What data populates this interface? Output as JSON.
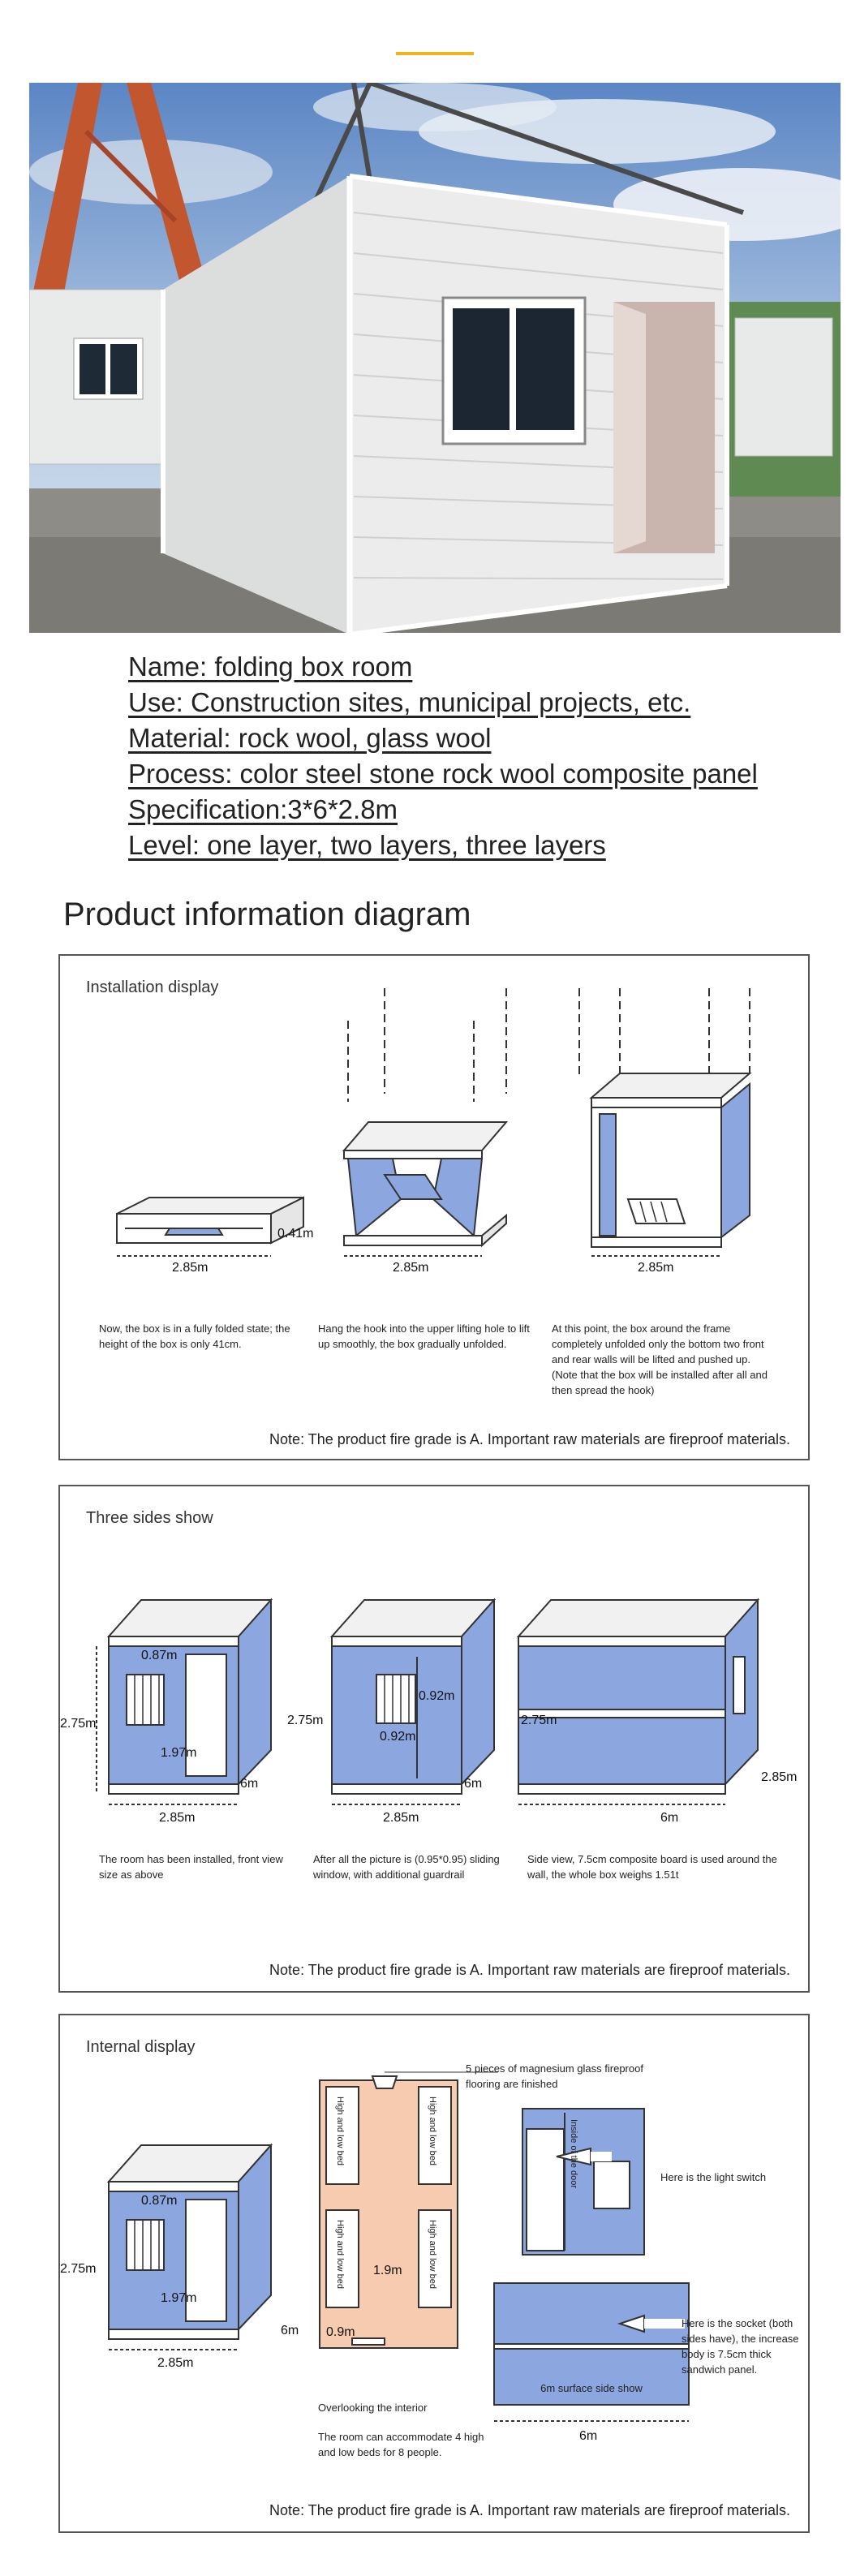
{
  "spec": {
    "lines": [
      "Name: folding box room",
      "Use: Construction sites, municipal projects, etc.",
      "Material: rock wool, glass wool",
      "Process: color steel stone rock wool composite panel",
      "Specification:3*6*2.8m",
      "Level: one layer, two layers, three layers"
    ]
  },
  "diagram": {
    "heading": "Product information diagram",
    "note": "Note: The product fire grade is A. Important raw materials are fireproof materials.",
    "installation": {
      "title": "Installation display",
      "dim_folded_h": "0.41m",
      "dim_len": "2.85m",
      "cap1": "Now, the box is in a fully folded state; the height of the box is only 41cm.",
      "cap2": "Hang the hook into the upper lifting hole to lift up smoothly, the box gradually unfolded.",
      "cap3": "At this point, the box around the frame completely unfolded only the bottom two front and rear walls will be lifted and pushed up. (Note that the box will be installed after all and then spread the hook)"
    },
    "three_sides": {
      "title": "Three sides show",
      "d_087": "0.87m",
      "d_197": "1.97m",
      "d_275": "2.75m",
      "d_6": "6m",
      "d_285": "2.85m",
      "d_092": "0.92m",
      "cap1": "The room has been installed, front view size as above",
      "cap2": "After all the picture is (0.95*0.95) sliding window, with additional guardrail",
      "cap3": "Side view, 7.5cm composite board is used around the wall, the whole box weighs 1.51t"
    },
    "internal": {
      "title": "Internal display",
      "bed": "High and low bed",
      "d_19": "1.9m",
      "d_09": "0.9m",
      "floor_note": "5 pieces of magnesium glass fireproof flooring are finished",
      "overlook": "Overlooking the interior",
      "accommodate": "The room can accommodate 4 high and low beds for 8 people.",
      "inside_door": "Inside of the door",
      "light_switch": "Here is the light switch",
      "socket": "Here is the socket (both sides have), the increase body is 7.5cm thick sandwich panel.",
      "surface": "6m surface side show"
    }
  },
  "colors": {
    "accent": "#f2b21b",
    "wall_blue": "#8ca6e0",
    "floor_peach": "#f6cbb0"
  }
}
